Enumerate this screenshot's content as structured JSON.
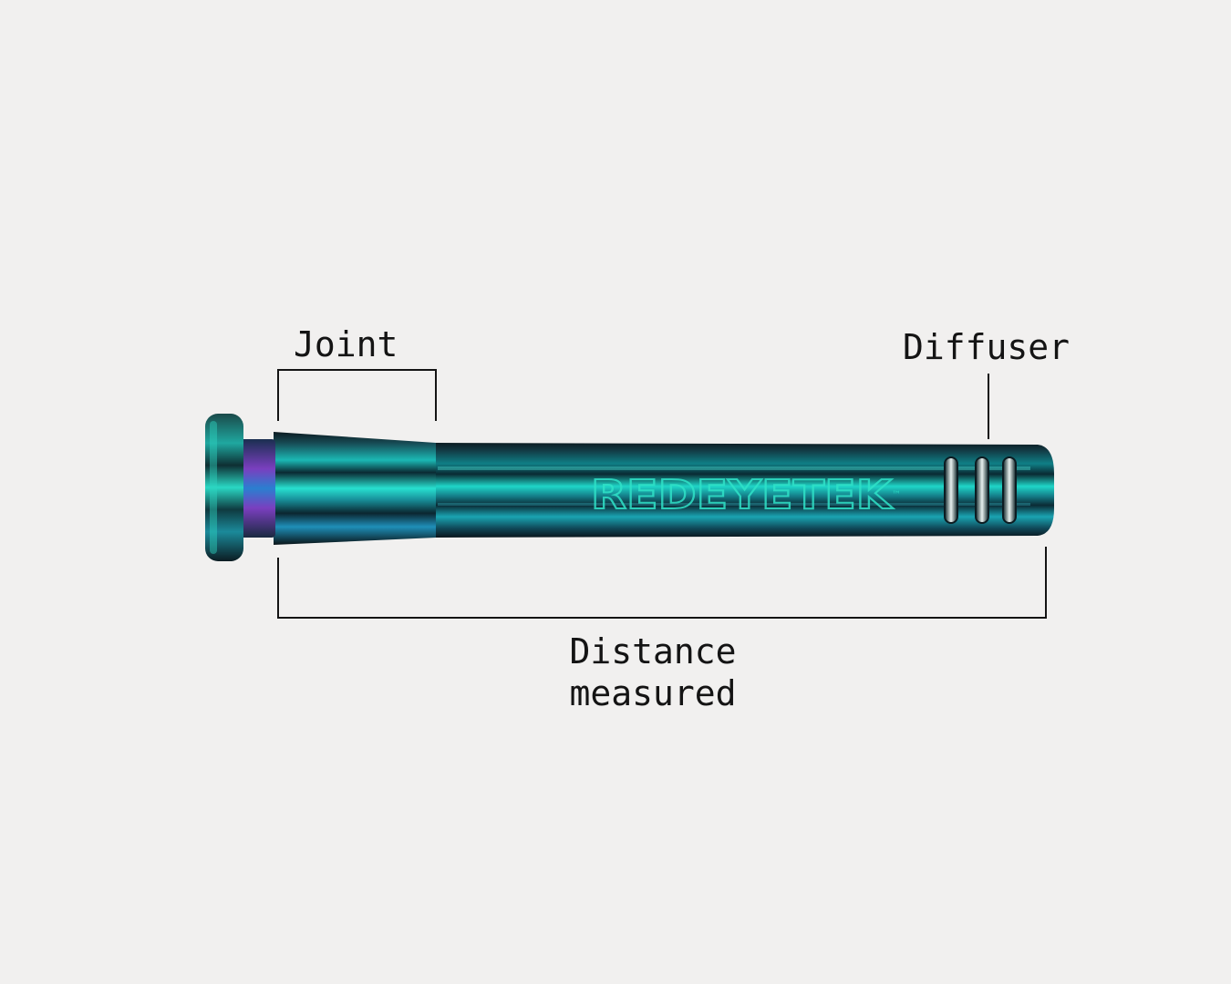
{
  "labels": {
    "joint": "Joint",
    "diffuser": "Diffuser",
    "distance_line1": "Distance",
    "distance_line2": "measured"
  },
  "product": {
    "logo_text": "REDEYETEK",
    "trademark": "™"
  },
  "colors": {
    "background": "#f1f0ef",
    "ink": "#141414",
    "glass_dark": "#0f2a2e",
    "glass_teal": "#1fc9c0",
    "glass_blue": "#1f7fb0",
    "glass_violet": "#7a3fbf"
  }
}
